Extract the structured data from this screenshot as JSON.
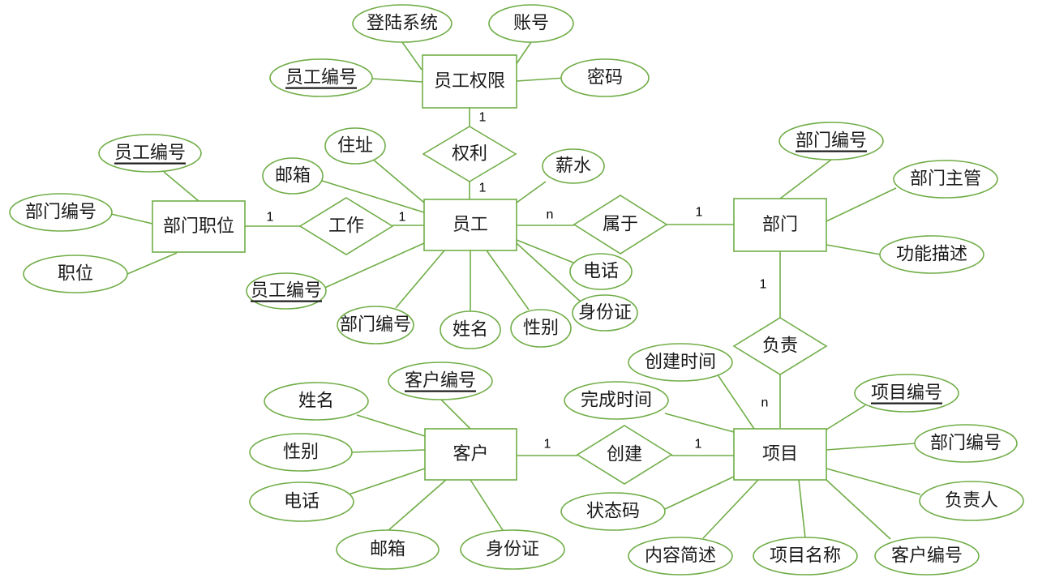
{
  "entities": {
    "emp_perm": "员工权限",
    "employee": "员工",
    "dept_pos": "部门职位",
    "dept": "部门",
    "customer": "客户",
    "project": "项目"
  },
  "relationships": {
    "rights": "权利",
    "work": "工作",
    "belongs": "属于",
    "responsible": "负责",
    "create": "创建"
  },
  "attributes": {
    "perm_login": "登陆系统",
    "perm_account": "账号",
    "perm_empno": "员工编号",
    "perm_password": "密码",
    "emp_address": "住址",
    "emp_email": "邮箱",
    "emp_salary": "薪水",
    "emp_phone": "电话",
    "emp_idcard": "身份证",
    "emp_gender": "性别",
    "emp_name": "姓名",
    "emp_deptno": "部门编号",
    "emp_empno": "员工编号",
    "pos_empno": "员工编号",
    "pos_deptno": "部门编号",
    "pos_title": "职位",
    "dept_deptno": "部门编号",
    "dept_manager": "部门主管",
    "dept_function": "功能描述",
    "cust_custno": "客户编号",
    "cust_name": "姓名",
    "cust_gender": "性别",
    "cust_phone": "电话",
    "cust_email": "邮箱",
    "cust_idcard": "身份证",
    "proj_createtime": "创建时间",
    "proj_finishtime": "完成时间",
    "proj_projno": "项目编号",
    "proj_deptno": "部门编号",
    "proj_owner": "负责人",
    "proj_custno": "客户编号",
    "proj_projname": "项目名称",
    "proj_desc": "内容简述",
    "proj_status": "状态码"
  },
  "cardinalities": {
    "perm_rights": "1",
    "emp_rights": "1",
    "pos_work": "1",
    "emp_work": "1",
    "emp_belongs": "n",
    "dept_belongs": "1",
    "dept_resp": "1",
    "proj_resp": "n",
    "cust_create": "1",
    "proj_create": "1"
  },
  "colors": {
    "outline": "#70ad47",
    "text": "#1a1a1a"
  }
}
